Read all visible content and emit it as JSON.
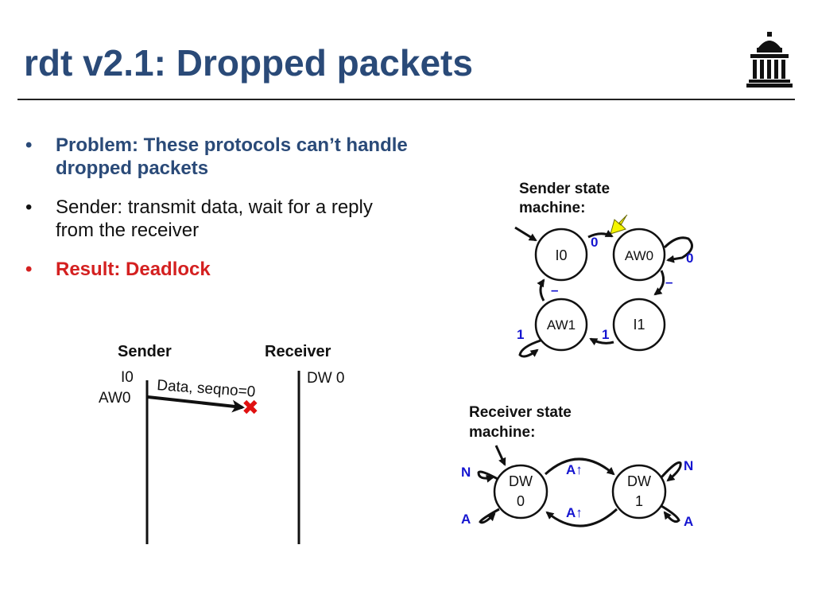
{
  "slide": {
    "title": "rdt v2.1: Dropped packets"
  },
  "bullets": [
    {
      "text": "Problem: These protocols can’t handle dropped packets",
      "line1": "Problem: These protocols can’t handle",
      "line2": "dropped packets"
    },
    {
      "text": "Sender: transmit data, wait for a reply from the receiver",
      "line1": "Sender: transmit data, wait for a reply",
      "line2": "from the receiver"
    },
    {
      "text": "Result: Deadlock",
      "line1": "Result: Deadlock"
    }
  ],
  "bullet_glyph": "•",
  "timeline": {
    "sender_label": "Sender",
    "receiver_label": "Receiver",
    "sender_state_1": "I0",
    "sender_state_2": "AW0",
    "receiver_state": "DW 0",
    "message_label": "Data, seqno=0",
    "drop_mark": "✖"
  },
  "sender_sm": {
    "title_line1": "Sender state",
    "title_line2": "machine:",
    "states": {
      "i0": "I0",
      "aw0": "AW0",
      "aw1": "AW1",
      "i1": "I1"
    },
    "labels": {
      "i0_to_aw0": "0",
      "aw0_self": "0",
      "aw0_to_i1": "–",
      "i1_to_aw1": "1",
      "aw1_self": "1",
      "aw1_to_i0": "–"
    }
  },
  "receiver_sm": {
    "title_line1": "Receiver state",
    "title_line2": "machine:",
    "states": {
      "dw0_line1": "DW",
      "dw0_line2": "0",
      "dw1_line1": "DW",
      "dw1_line2": "1"
    },
    "labels": {
      "dw0_self_top": "N",
      "dw0_self_bottom": "A",
      "dw1_self_top": "N",
      "dw1_self_bottom": "A",
      "dw0_to_dw1": "A↑",
      "dw1_to_dw0": "A↑"
    }
  },
  "colors": {
    "title": "#2a4a78",
    "problem": "#2a4a78",
    "result": "#d42020",
    "label_blue": "#1515d0",
    "drop": "#e01010",
    "pointer": "#f5f500"
  }
}
